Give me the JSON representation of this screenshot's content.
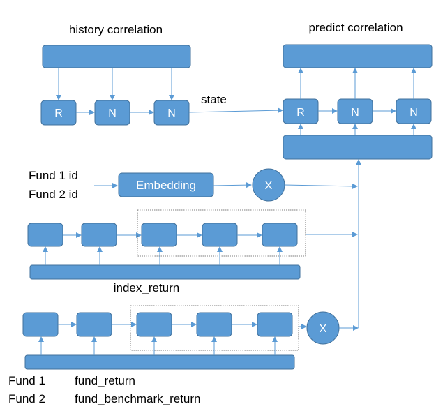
{
  "labels": {
    "history_correlation": "history correlation",
    "predict_correlation": "predict correlation",
    "state": "state",
    "fund1_id": "Fund 1 id",
    "fund2_id": "Fund 2 id",
    "embedding": "Embedding",
    "multiply": "X",
    "index_return": "index_return",
    "fund1": "Fund 1",
    "fund2": "Fund 2",
    "fund_return": "fund_return",
    "fund_benchmark_return": "fund_benchmark_return"
  },
  "history_cells": [
    "R",
    "N",
    "N"
  ],
  "predict_cells": [
    "R",
    "N",
    "N"
  ],
  "colors": {
    "box_fill": "#5b9bd5",
    "box_border": "#41719c",
    "line": "#5b9bd5"
  }
}
